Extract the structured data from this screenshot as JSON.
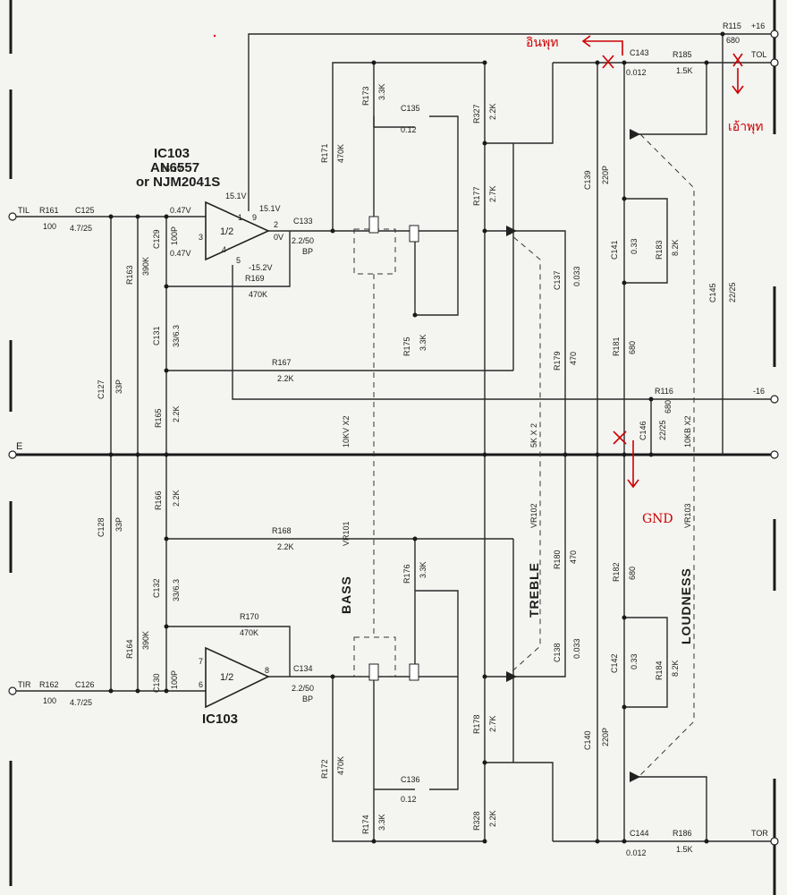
{
  "ic": {
    "ref": "IC103",
    "part": "AN6557",
    "alt": "or NJM2041S",
    "opamp": "1/2",
    "ic_bottom": "IC103"
  },
  "pins": {
    "p1": "1",
    "p2": "2",
    "p3": "3",
    "p4": "4",
    "p5": "5",
    "p6": "6",
    "p7": "7",
    "p8": "8",
    "p9": "9"
  },
  "voltages": {
    "v151a": "15.1V",
    "v151b": "15.1V",
    "v151c": "15.1V",
    "v047a": "0.47V",
    "v047b": "0.47V",
    "v0": "0V",
    "vneg152": "-15.2V"
  },
  "rails": {
    "plus16": "+16",
    "minus16": "-16",
    "e": "E",
    "til": "TIL",
    "tir": "TIR",
    "tol": "TOL",
    "tor": "TOR"
  },
  "controls": {
    "bass": "BASS",
    "treble": "TREBLE",
    "loudness": "LOUDNESS",
    "vr101": "VR101",
    "vr102": "VR102",
    "vr103": "VR103",
    "bass_pot": "10KV X2",
    "treble_pot": "5K X 2",
    "loud_pot": "10KB X2"
  },
  "resistors": {
    "r161": "R161",
    "r161v": "100",
    "r162": "R162",
    "r162v": "100",
    "r163": "R163",
    "r163v": "390K",
    "r164": "R164",
    "r164v": "390K",
    "r165": "R165",
    "r165v": "2.2K",
    "r166": "R166",
    "r166v": "2.2K",
    "r167": "R167",
    "r167v": "2.2K",
    "r168": "R168",
    "r168v": "2.2K",
    "r169": "R169",
    "r169v": "470K",
    "r170": "R170",
    "r170v": "470K",
    "r171": "R171",
    "r171v": "470K",
    "r172": "R172",
    "r172v": "470K",
    "r173": "R173",
    "r173v": "3.3K",
    "r174": "R174",
    "r174v": "3.3K",
    "r175": "R175",
    "r175v": "3.3K",
    "r176": "R176",
    "r176v": "3.3K",
    "r177": "R177",
    "r177v": "2.7K",
    "r178": "R178",
    "r178v": "2.7K",
    "r179": "R179",
    "r179v": "470",
    "r180": "R180",
    "r180v": "470",
    "r181": "R181",
    "r181v": "680",
    "r182": "R182",
    "r182v": "680",
    "r183": "R183",
    "r183v": "8.2K",
    "r184": "R184",
    "r184v": "8.2K",
    "r185": "R185",
    "r185v": "1.5K",
    "r186": "R186",
    "r186v": "1.5K",
    "r327": "R327",
    "r327v": "2.2K",
    "r328": "R328",
    "r328v": "2.2K",
    "r115": "R115",
    "r115v": "680",
    "r116": "R116",
    "r116v": "680"
  },
  "capacitors": {
    "c125": "C125",
    "c125v": "4.7/25",
    "c126": "C126",
    "c126v": "4.7/25",
    "c127": "C127",
    "c127v": "33P",
    "c128": "C128",
    "c128v": "33P",
    "c129": "C129",
    "c129v": "100P",
    "c130": "C130",
    "c130v": "100P",
    "c131": "C131",
    "c131v": "33/6.3",
    "c132": "C132",
    "c132v": "33/6.3",
    "c133": "C133",
    "c133v": "2.2/50",
    "c133t": "BP",
    "c134": "C134",
    "c134v": "2.2/50",
    "c134t": "BP",
    "c135": "C135",
    "c135v": "0.12",
    "c136": "C136",
    "c136v": "0.12",
    "c137": "C137",
    "c137v": "0.033",
    "c138": "C138",
    "c138v": "0.033",
    "c139": "C139",
    "c139v": "220P",
    "c140": "C140",
    "c140v": "220P",
    "c141": "C141",
    "c141v": "0.33",
    "c142": "C142",
    "c142v": "0.33",
    "c143": "C143",
    "c143v": "0.012",
    "c144": "C144",
    "c144v": "0.012",
    "c145": "C145",
    "c145v": "22/25",
    "c146": "C146",
    "c146v": "22/25"
  },
  "notes": {
    "input": "อินพุท",
    "output": "เอ้าพุท",
    "gnd": "GND"
  },
  "colors": {
    "ink": "#1c1c1c",
    "annotation": "#c00000",
    "paper": "#f4f4f1"
  }
}
